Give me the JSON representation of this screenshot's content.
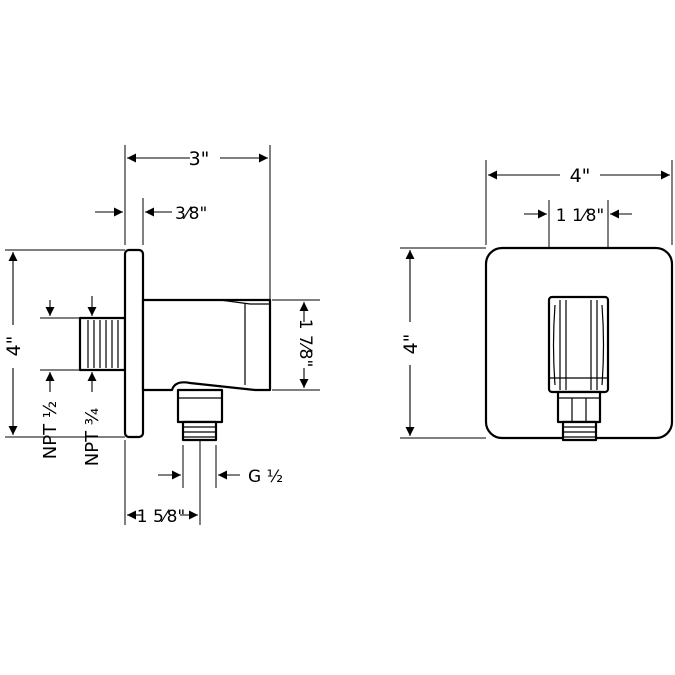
{
  "side_view": {
    "width_overall": "3\"",
    "plate_thickness": "3⁄8\"",
    "height_plate": "4\"",
    "outlet_height": "1 7⁄8\"",
    "inlet_thread_1": "NPT ½",
    "inlet_thread_2": "NPT ¾",
    "outlet_thread": "G ½",
    "outlet_offset": "1 5⁄8\""
  },
  "front_view": {
    "width_plate": "4\"",
    "width_holder": "1 1⁄8\"",
    "height_plate": "4\""
  },
  "colors": {
    "line": "#000000",
    "background": "#ffffff"
  }
}
